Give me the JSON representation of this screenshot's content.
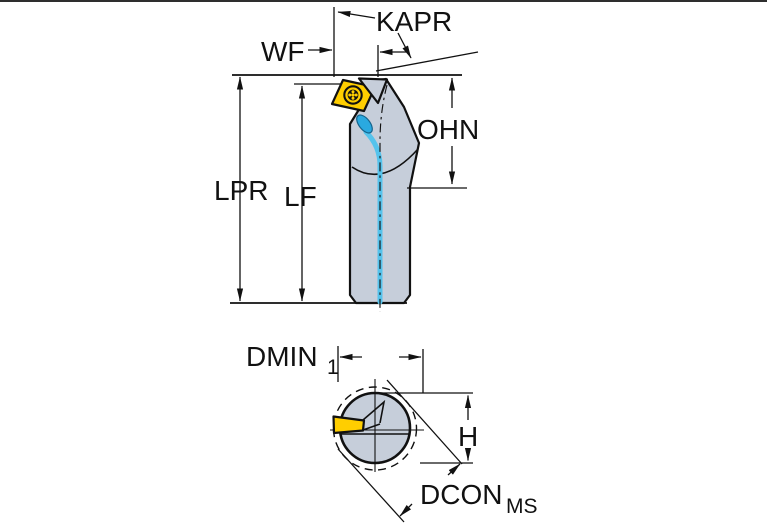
{
  "figure": {
    "kind": "cutting-tool dimensional technical drawing, side view and end view",
    "labels": {
      "kapr": "KAPR",
      "wf": "WF",
      "lpr": "LPR",
      "lf": "LF",
      "ohn": "OHN",
      "dmin_base": "DMIN",
      "dmin_sub": "1",
      "h": "H",
      "dcon_base": "DCON",
      "dcon_sub": "MS"
    },
    "colors": {
      "body": "#C6CEDA",
      "insert": "#FFCE00",
      "coolant_channel": "#55C3EC",
      "coolant_nozzle": "#2AA9E0",
      "outline": "#111111",
      "background": "#FFFFFF"
    }
  }
}
